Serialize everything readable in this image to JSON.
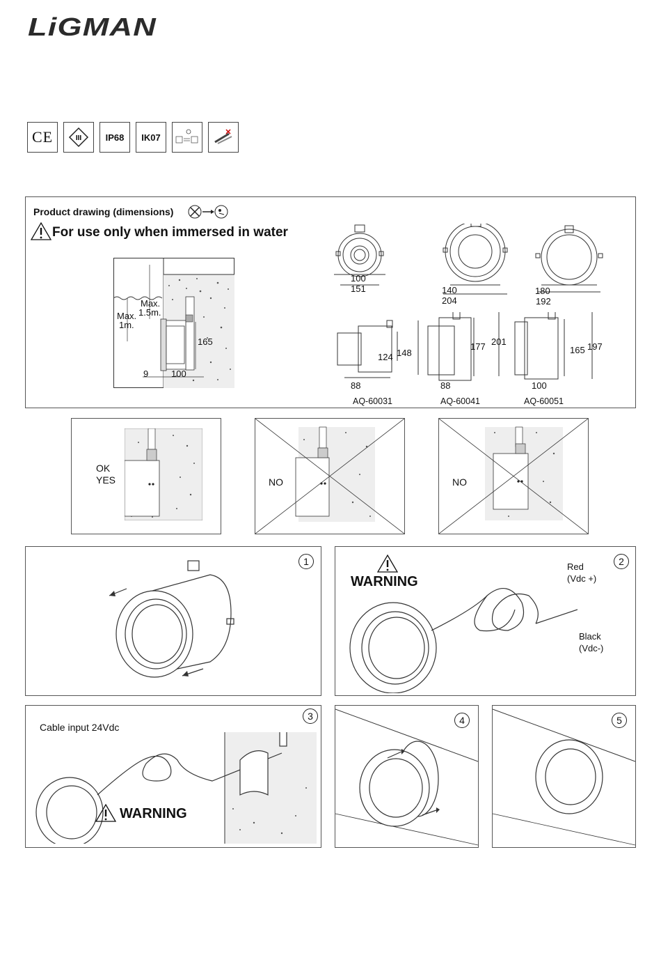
{
  "brand": {
    "logo": "LiGMAN"
  },
  "certifications": [
    {
      "id": "ce",
      "label": "CE"
    },
    {
      "id": "class3",
      "label": "III"
    },
    {
      "id": "ip68",
      "label": "IP68"
    },
    {
      "id": "ik07",
      "label": "IK07"
    },
    {
      "id": "driver",
      "label": ""
    },
    {
      "id": "tools",
      "label": ""
    }
  ],
  "product_drawing": {
    "title": "Product drawing (dimensions)",
    "warning": "For use only when immersed in water",
    "install": {
      "max_depth": "Max. 1m.",
      "max_depth_label1": "Max.",
      "max_depth_label2": "1m.",
      "max_cable1": "Max.",
      "max_cable2": "1.5m.",
      "dim_165": "165",
      "dim_9": "9",
      "dim_100": "100"
    },
    "models": [
      {
        "name": "AQ-60031",
        "inner": "100",
        "outer": "151",
        "depth": "88",
        "h1": "124",
        "h2": "148"
      },
      {
        "name": "AQ-60041",
        "inner": "140",
        "outer": "204",
        "depth": "88",
        "h1": "177",
        "h2": "201"
      },
      {
        "name": "AQ-60051",
        "inner": "180",
        "outer": "192",
        "depth": "100",
        "h1": "165",
        "h2": "197"
      }
    ]
  },
  "orientation": {
    "ok_label1": "OK",
    "ok_label2": "YES",
    "no1": "NO",
    "no2": "NO"
  },
  "steps": {
    "s1": {
      "num": "1"
    },
    "s2": {
      "num": "2",
      "warning": "WARNING",
      "red": "Red",
      "red_v": "(Vdc +)",
      "black": "Black",
      "black_v": "(Vdc-)"
    },
    "s3": {
      "num": "3",
      "cable": "Cable input 24Vdc",
      "warning": "WARNING"
    },
    "s4": {
      "num": "4"
    },
    "s5": {
      "num": "5"
    }
  }
}
